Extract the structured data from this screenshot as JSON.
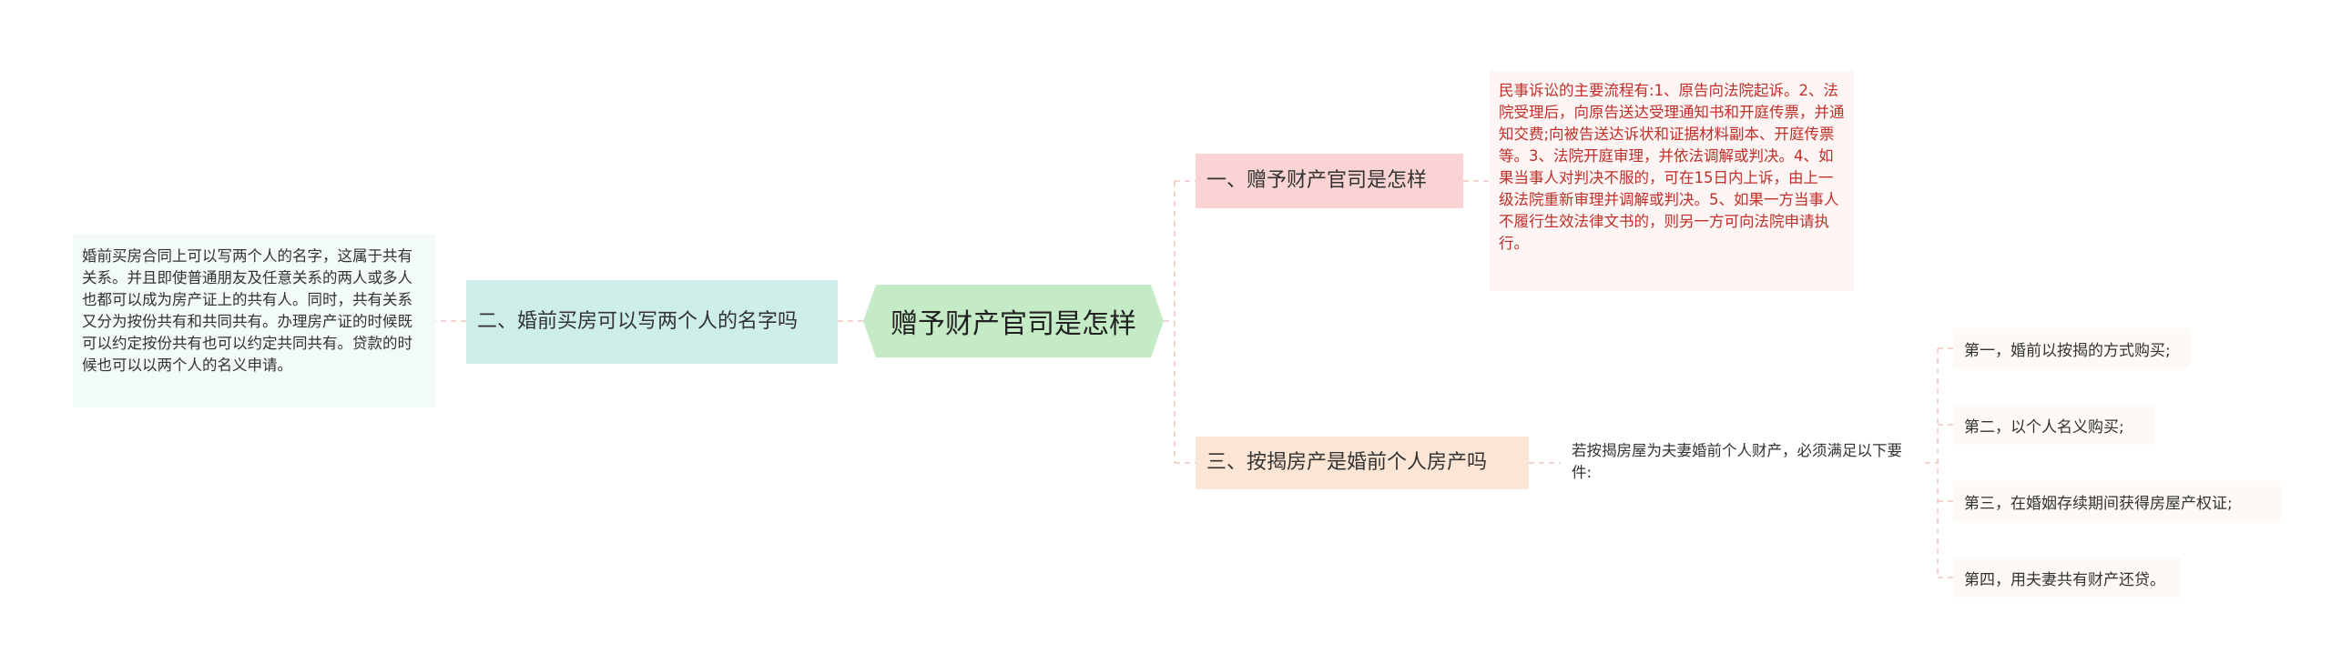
{
  "center": {
    "label": "赠予财产官司是怎样"
  },
  "topics": {
    "t1": {
      "label": "一、赠予财产官司是怎样"
    },
    "t2": {
      "label": "二、婚前买房可以写两个人的名字吗"
    },
    "t3": {
      "label": "三、按揭房产是婚前个人房产吗"
    }
  },
  "notes": {
    "n1": "民事诉讼的主要流程有:1、原告向法院起诉。2、法院受理后，向原告送达受理通知书和开庭传票，并通知交费;向被告送达诉状和证据材料副本、开庭传票等。3、法院开庭审理，并依法调解或判决。4、如果当事人对判决不服的，可在15日内上诉，由上一级法院重新审理并调解或判决。5、如果一方当事人不履行生效法律文书的，则另一方可向法院申请执行。",
    "n2": "婚前买房合同上可以写两个人的名字，这属于共有关系。并且即使普通朋友及任意关系的两人或多人也都可以成为房产证上的共有人。同时，共有关系又分为按份共有和共同共有。办理房产证的时候既可以约定按份共有也可以约定共同共有。贷款的时候也可以以两个人的名义申请。",
    "n3": "若按揭房屋为夫妻婚前个人财产，必须满足以下要件:"
  },
  "leaves": [
    "第一，婚前以按揭的方式购买;",
    "第二，以个人名义购买;",
    "第三，在婚姻存续期间获得房屋产权证;",
    "第四，用夫妻共有财产还贷。"
  ],
  "colors": {
    "center": "#c4ebc6",
    "topic1": "#fad4d4",
    "topic2": "#cdeee9",
    "topic3": "#fbe6d5",
    "note1_text": "#c0302a",
    "connector": "#f0c8c0"
  }
}
